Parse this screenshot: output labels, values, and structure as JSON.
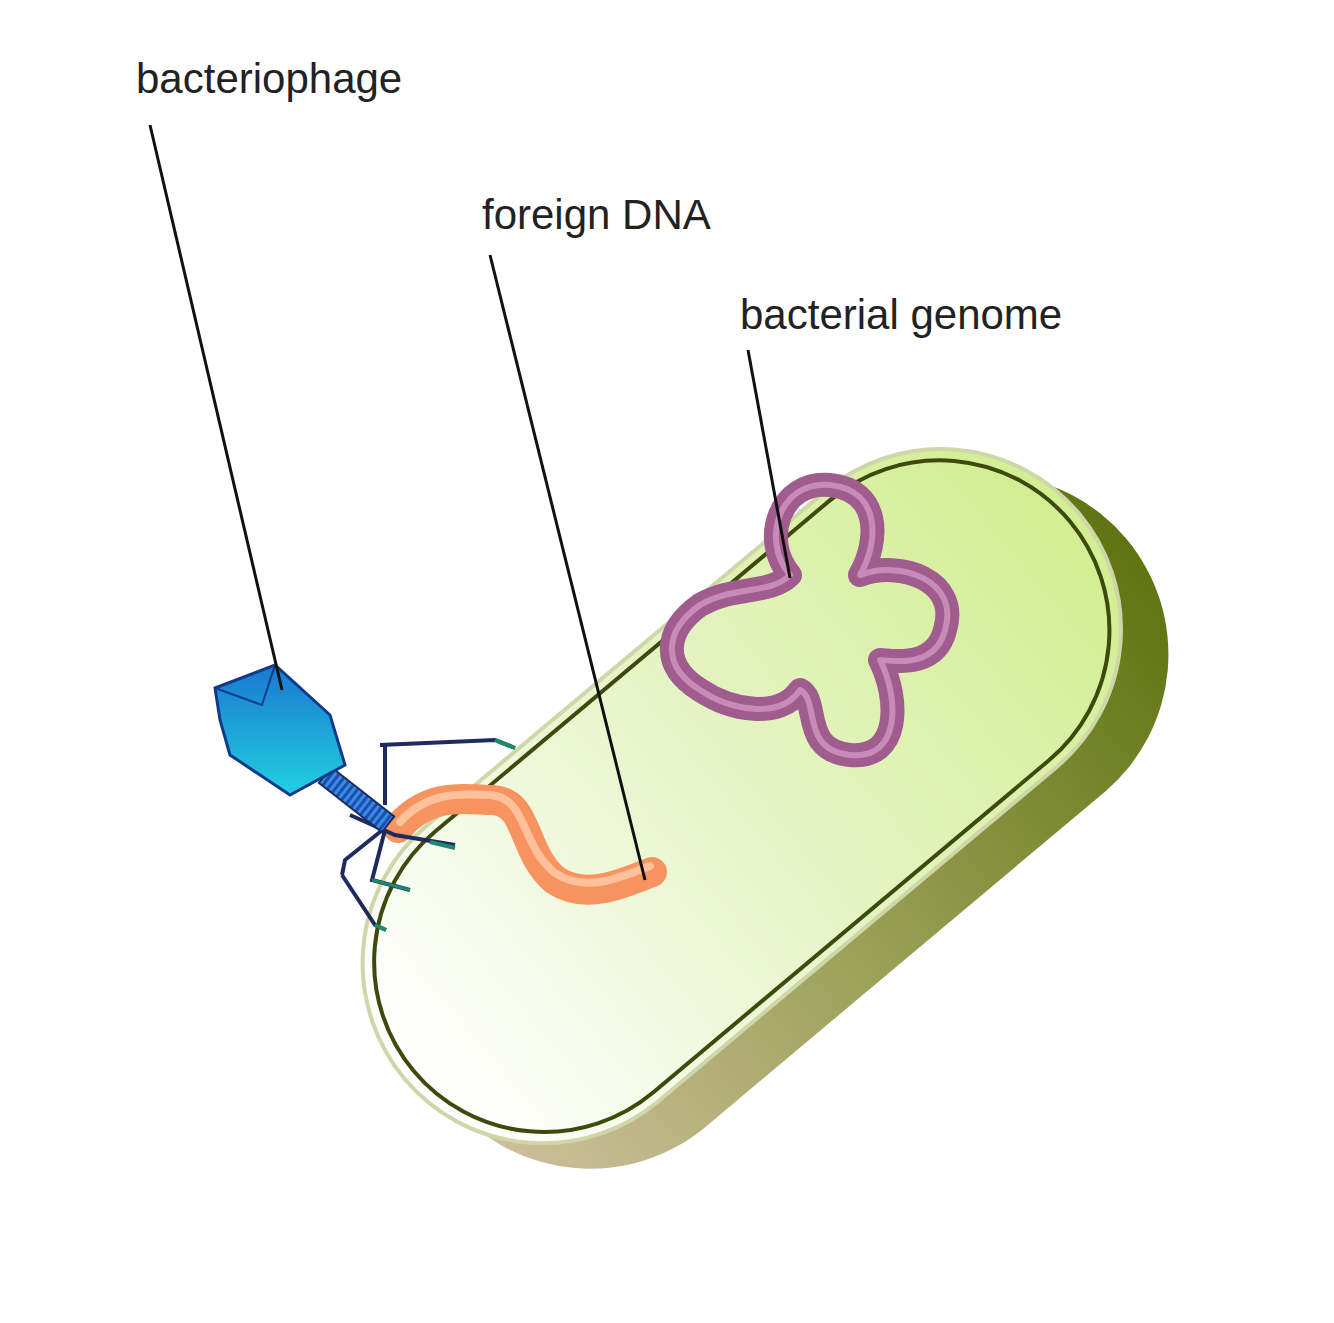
{
  "diagram": {
    "labels": [
      "bacteriophage",
      "foreign DNA",
      "bacterial genome"
    ]
  }
}
